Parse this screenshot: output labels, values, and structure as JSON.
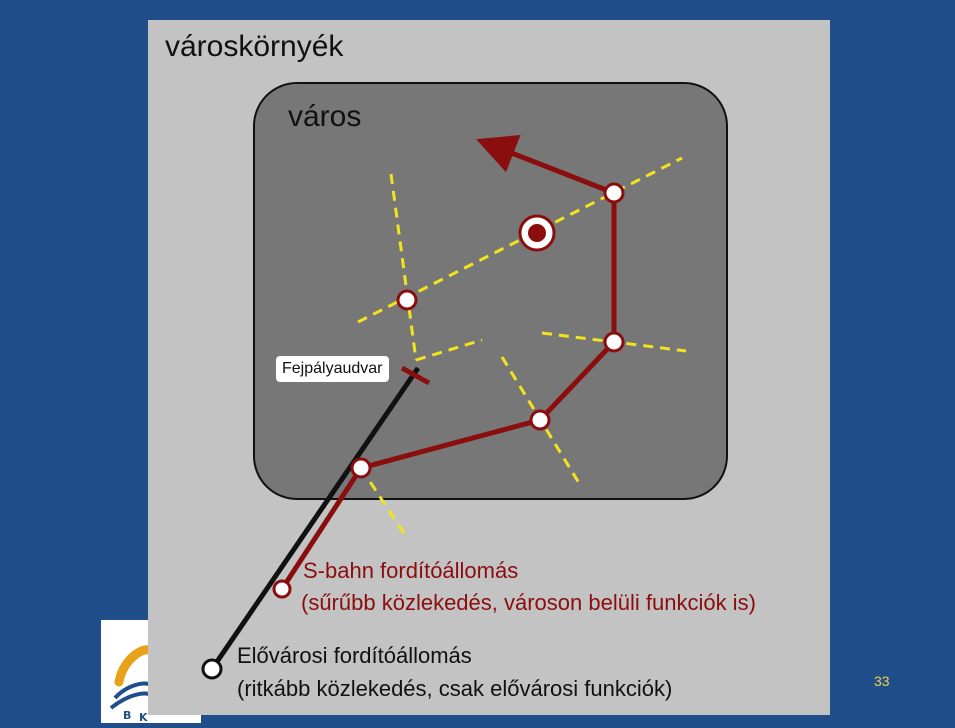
{
  "diagram": {
    "outer_label": "városkörnyék",
    "city_label": "város",
    "terminal_label": "Fejpályaudvar",
    "sbahn_title": "S-bahn fordítóállomás",
    "sbahn_desc": "(sűrűbb közlekedés, városon belüli funkciók is)",
    "suburban_title": "Elővárosi fordítóállomás",
    "suburban_desc": "(ritkább közlekedés, csak elővárosi funkciók)"
  },
  "slide": {
    "page_number": "33"
  },
  "colors": {
    "background": "#1f4e8a",
    "panel": "#c3c3c3",
    "city": "#777777",
    "sbahn_line": "#8b0e0e",
    "tram_line": "#f2e41c",
    "suburban_line": "#000000",
    "page_number": "#f3d24a"
  }
}
